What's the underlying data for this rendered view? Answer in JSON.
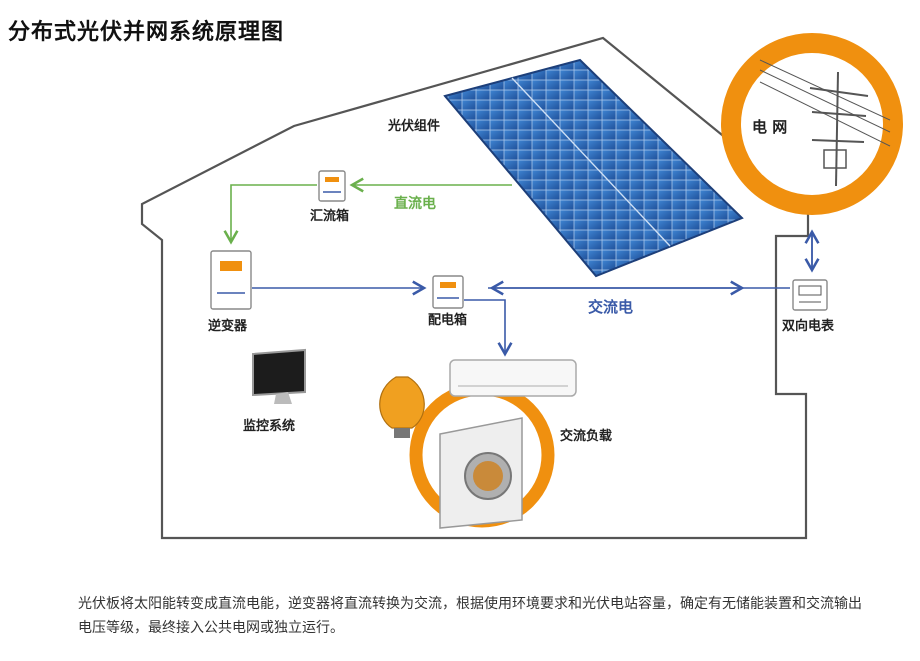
{
  "title": "分布式光伏并网系统原理图",
  "labels": {
    "pv_module": "光伏组件",
    "combiner_box": "汇流箱",
    "dc_power": "直流电",
    "inverter": "逆变器",
    "distribution_box": "配电箱",
    "ac_power": "交流电",
    "bidirectional_meter": "双向电表",
    "grid": "电 网",
    "monitoring": "监控系统",
    "ac_load": "交流负载"
  },
  "caption": "光伏板将太阳能转变成直流电能，逆变器将直流转换为交流，根据使用环境要求和光伏电站容量，确定有无储能装置和交流输出电压等级，最终接入公共电网或独立运行。",
  "colors": {
    "dc_line": "#6ab04c",
    "ac_line": "#3a5aa8",
    "orange": "#f0900f",
    "panel": "#2f6fbe",
    "house": "#555555"
  },
  "icons": [
    "solar-panel-icon",
    "utility-pole-icon",
    "inverter-icon",
    "combiner-box-icon",
    "distribution-box-icon",
    "meter-icon",
    "monitor-icon",
    "air-conditioner-icon",
    "light-bulb-icon",
    "washing-machine-icon"
  ]
}
